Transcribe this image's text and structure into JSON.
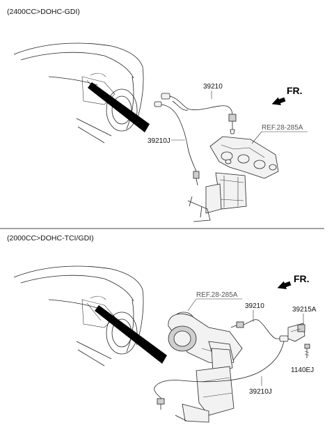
{
  "sections": [
    {
      "engine_spec": "(2400CC>DOHC-GDI)",
      "direction": "FR.",
      "reference": "REF.28-285A",
      "part_labels": [
        "39210",
        "39210J"
      ]
    },
    {
      "engine_spec": "(2000CC>DOHC-TCI/GDI)",
      "direction": "FR.",
      "reference": "REF.28-285A",
      "part_labels": [
        "39210",
        "39215A",
        "1140EJ",
        "39210J"
      ]
    }
  ]
}
